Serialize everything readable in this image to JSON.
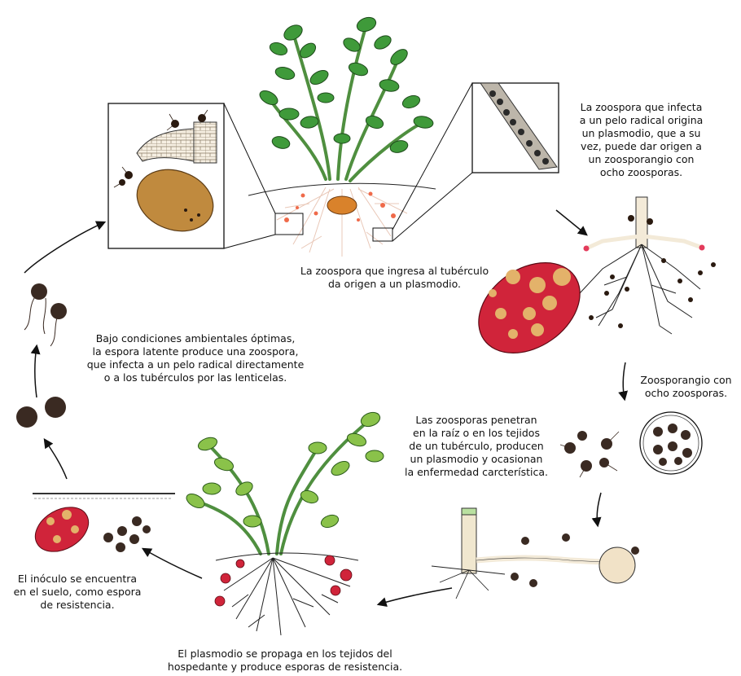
{
  "captions": {
    "tuber_entry": "La zoospora que ingresa al tubérculo\nda origen a un plasmodio.",
    "root_hair": "La zoospora que infecta\na un pelo radical origina\nun plasmodio, que a su\nvez, puede dar origen a\nun zoosporangio con\nocho zoosporas.",
    "zoosporangium": "Zoosporangio con\nocho zoosporas.",
    "penetration": "Las zoosporas penetran\nen la raíz o en los tejidos\nde un tubérculo, producen\nun plasmodio y ocasionan\nla enfermedad carcterística.",
    "spread": "El plasmodio se propaga en los tejidos del\nhospedante y produce esporas de resistencia.",
    "inoculum": "El inóculo se encuentra\nen el suelo,  como espora\nde resistencia.",
    "germination": "Bajo condiciones ambientales óptimas,\nla espora latente produce una zoospora,\nque infecta a un pelo radical directamente\no a los tubérculos por las lenticelas."
  },
  "colors": {
    "leaf": "#3f9a3a",
    "leaf_dark": "#2a6b25",
    "stem": "#9cc98a",
    "tuber_brown": "#c08a3e",
    "tuber_red": "#d0243a",
    "lesion": "#e3b26a",
    "spore": "#3a2a22",
    "root": "#e8dcc4",
    "root_dark": "#222222",
    "hair": "#f3ead8",
    "tuber_pale": "#f1e2c7"
  }
}
